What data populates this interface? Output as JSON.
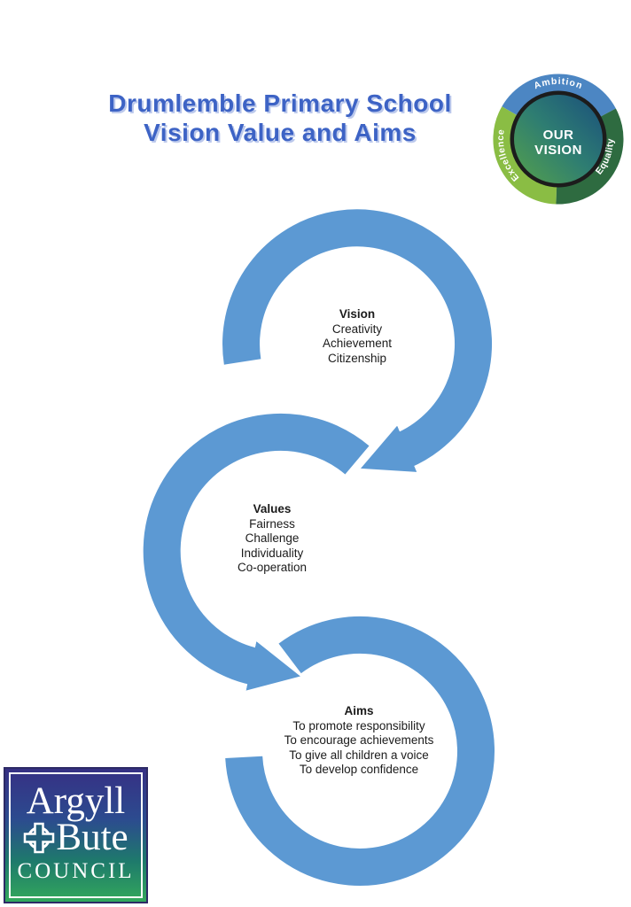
{
  "header": {
    "title_line1": "Drumlemble Primary School",
    "title_line2": "Vision Value and Aims",
    "title_color": "#3d63c5",
    "title_shadow_color": "#bcc9ec"
  },
  "vision_badge": {
    "segments": [
      {
        "label": "Ambition",
        "color": "#4c86c3"
      },
      {
        "label": "Excellence",
        "color": "#8abd44"
      },
      {
        "label": "Equality",
        "color": "#2e6b40"
      }
    ],
    "center": {
      "line1": "OUR",
      "line2": "VISION"
    },
    "center_gradient": {
      "from": "#55a14b",
      "mid": "#2e7d72",
      "to": "#1a4f7c"
    },
    "inner_ring_color": "#1c1c1c",
    "text_color": "#ffffff"
  },
  "flow": {
    "arrow_color": "#5c99d3",
    "steps": [
      {
        "heading": "Vision",
        "items": [
          "Creativity",
          "Achievement",
          "Citizenship"
        ]
      },
      {
        "heading": "Values",
        "items": [
          "Fairness",
          "Challenge",
          "Individuality",
          "Co-operation"
        ]
      },
      {
        "heading": "Aims",
        "items": [
          "To promote responsibility",
          "To encourage achievements",
          "To give all children a voice",
          "To develop confidence"
        ]
      }
    ]
  },
  "council_logo": {
    "line1": "Argyll",
    "line2": "Bute",
    "line3": "COUNCIL",
    "gradient_top": "#363084",
    "gradient_bottom": "#33a85c",
    "text_color": "#ffffff"
  }
}
